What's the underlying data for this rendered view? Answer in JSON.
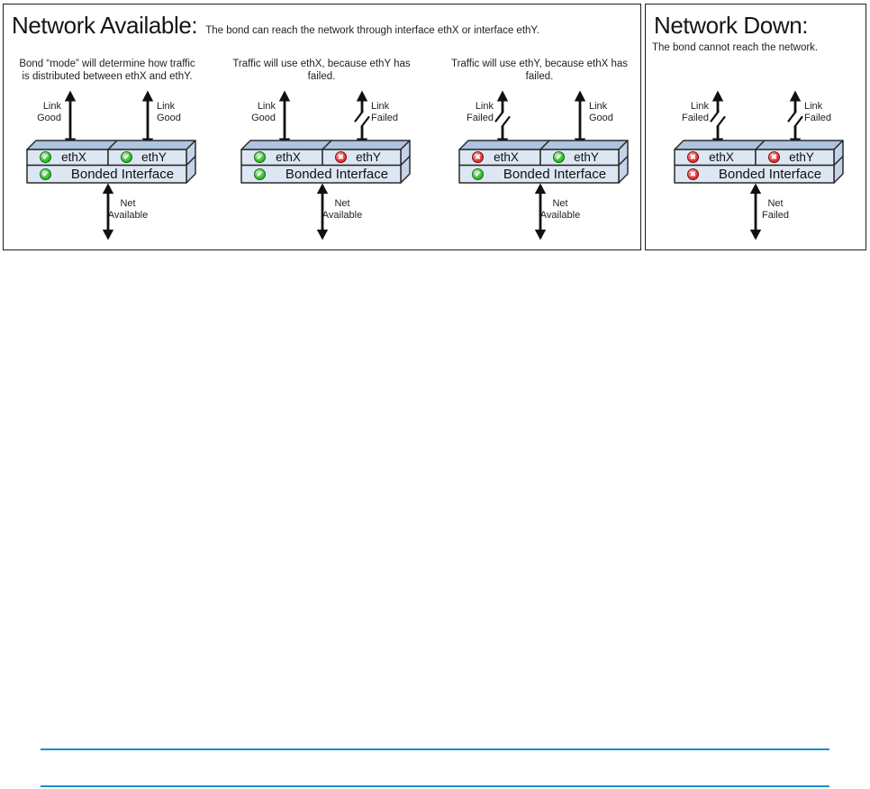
{
  "panels": {
    "available": {
      "title": "Network Available:",
      "subtitle": "The bond can reach the network through interface ethX or interface ethY."
    },
    "down": {
      "title": "Network Down:",
      "subtitle": "The bond cannot reach the network."
    }
  },
  "diagrams": [
    {
      "caption_line1": "Bond “mode” will determine how traffic",
      "caption_line2": "is distributed between ethX and ethY.",
      "left_link": {
        "line1": "Link",
        "line2": "Good",
        "state": "good"
      },
      "right_link": {
        "line1": "Link",
        "line2": "Good",
        "state": "good"
      },
      "eth_x": {
        "label": "ethX",
        "status": "ok",
        "icon_class": "sfill ok",
        "glyph": "✔"
      },
      "eth_y": {
        "label": "ethY",
        "status": "ok",
        "icon_class": "sfill ok",
        "glyph": "✔"
      },
      "bond": {
        "label": "Bonded Interface",
        "status": "ok",
        "icon_class": "sfill ok",
        "glyph": "✔"
      },
      "net": {
        "line1": "Net",
        "line2": "Available"
      }
    },
    {
      "caption_line1": "Traffic will use ethX, because ethY has",
      "caption_line2": "failed.",
      "left_link": {
        "line1": "Link",
        "line2": "Good",
        "state": "good"
      },
      "right_link": {
        "line1": "Link",
        "line2": "Failed",
        "state": "failed"
      },
      "eth_x": {
        "label": "ethX",
        "status": "ok",
        "icon_class": "sfill ok",
        "glyph": "✔"
      },
      "eth_y": {
        "label": "ethY",
        "status": "bad",
        "icon_class": "sfill bad",
        "glyph": "✖"
      },
      "bond": {
        "label": "Bonded Interface",
        "status": "ok",
        "icon_class": "sfill ok",
        "glyph": "✔"
      },
      "net": {
        "line1": "Net",
        "line2": "Available"
      }
    },
    {
      "caption_line1": "Traffic will use ethY, because ethX has",
      "caption_line2": "failed.",
      "left_link": {
        "line1": "Link",
        "line2": "Failed",
        "state": "failed"
      },
      "right_link": {
        "line1": "Link",
        "line2": "Good",
        "state": "good"
      },
      "eth_x": {
        "label": "ethX",
        "status": "bad",
        "icon_class": "sfill bad",
        "glyph": "✖"
      },
      "eth_y": {
        "label": "ethY",
        "status": "ok",
        "icon_class": "sfill ok",
        "glyph": "✔"
      },
      "bond": {
        "label": "Bonded Interface",
        "status": "ok",
        "icon_class": "sfill ok",
        "glyph": "✔"
      },
      "net": {
        "line1": "Net",
        "line2": "Available"
      }
    },
    {
      "left_link": {
        "line1": "Link",
        "line2": "Failed",
        "state": "failed"
      },
      "right_link": {
        "line1": "Link",
        "line2": "Failed",
        "state": "failed"
      },
      "eth_x": {
        "label": "ethX",
        "status": "bad",
        "icon_class": "sfill bad",
        "glyph": "✖"
      },
      "eth_y": {
        "label": "ethY",
        "status": "bad",
        "icon_class": "sfill bad",
        "glyph": "✖"
      },
      "bond": {
        "label": "Bonded Interface",
        "status": "bad",
        "icon_class": "sfill bad",
        "glyph": "✖"
      },
      "net": {
        "line1": "Net",
        "line2": "Failed"
      }
    }
  ],
  "colors": {
    "box_top": "#aec4e0",
    "box_front": "#dde7f3",
    "box_side": "#c3d3ea",
    "status_ok": "#2fb52f",
    "status_bad": "#d92c2c",
    "divider_blue": "#1190d0",
    "divider_color_attr": "background:#1190d0"
  }
}
